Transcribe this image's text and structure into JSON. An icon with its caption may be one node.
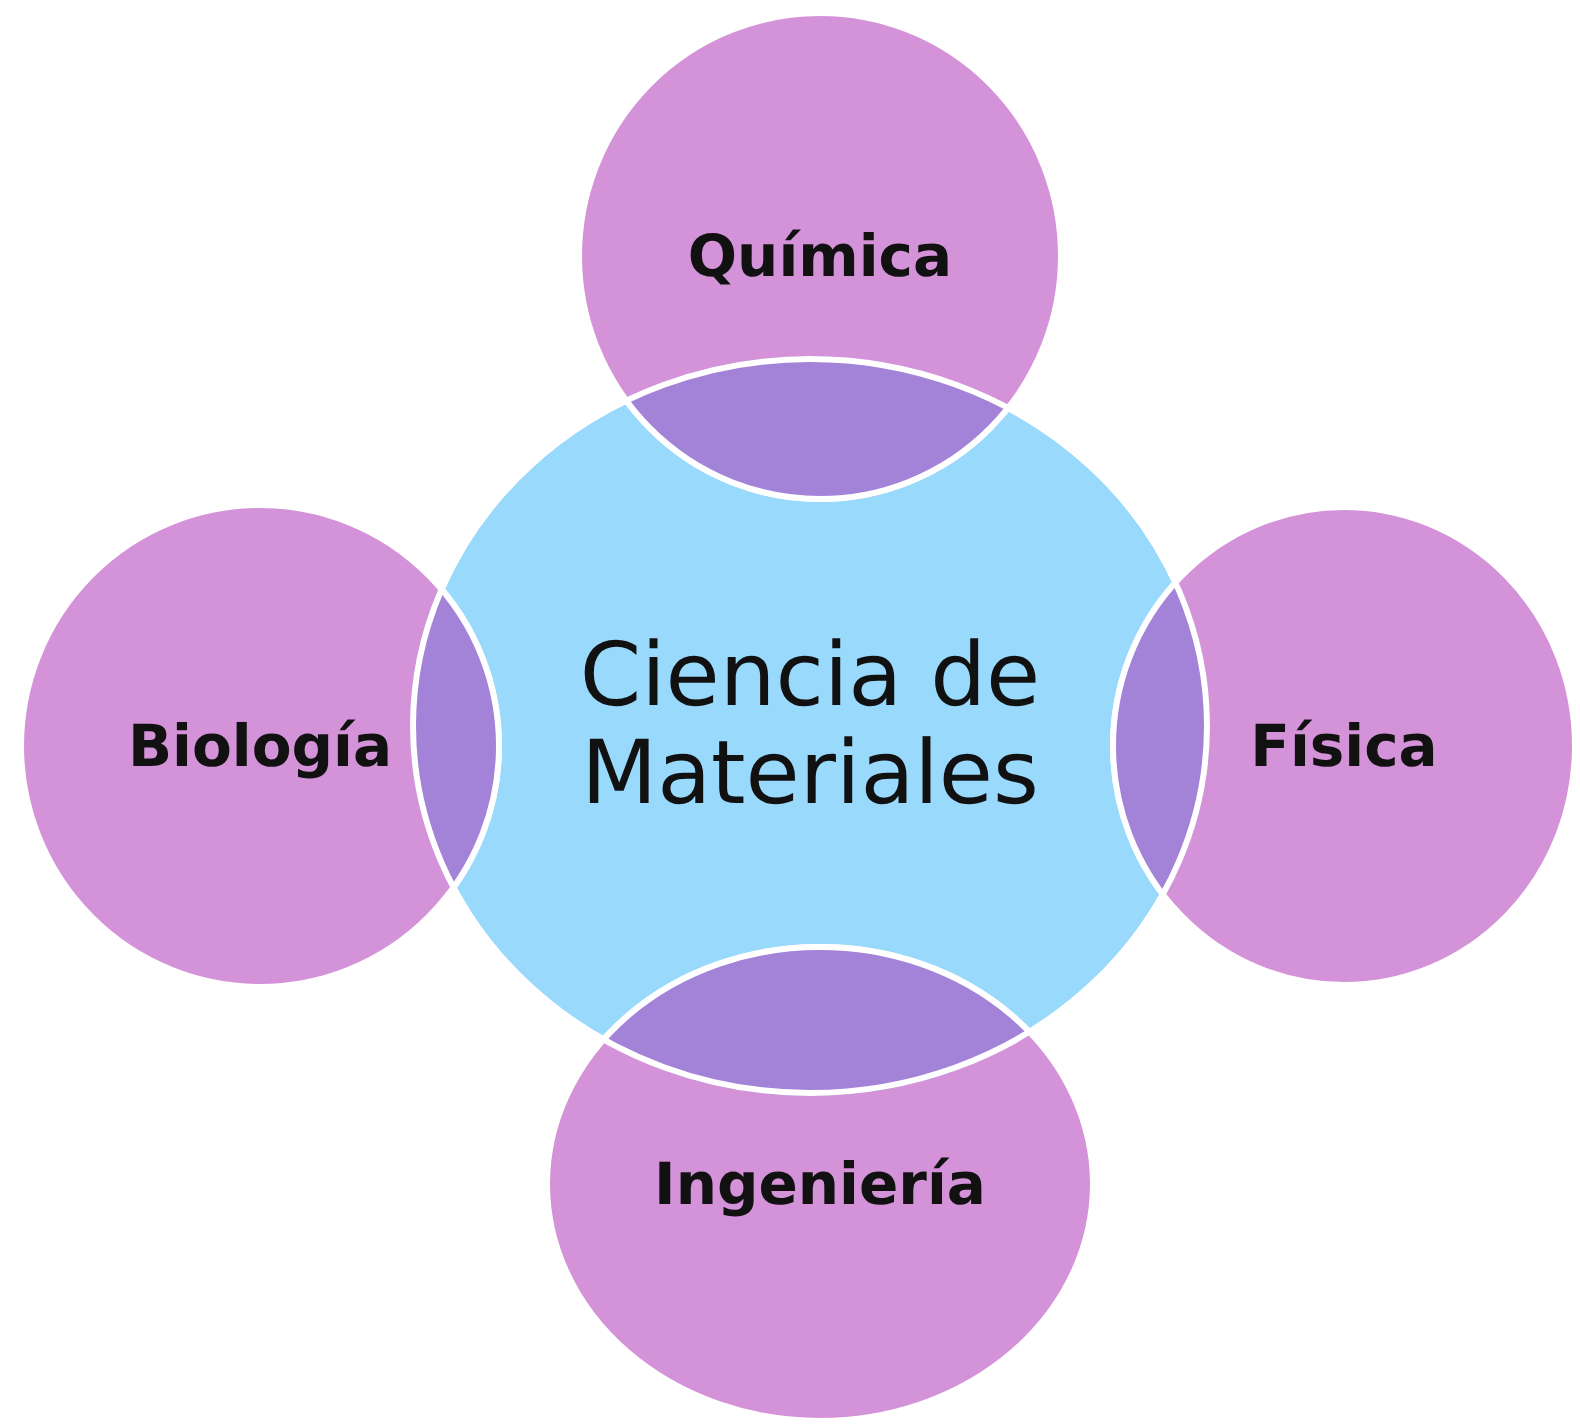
{
  "diagram": {
    "nodes": [
      {
        "text": [
          "Ciencia de Materiales"
        ]
      },
      {
        "text": [
          "Química"
        ]
      },
      {
        "text": [
          "Biología"
        ]
      },
      {
        "text": [
          "Física"
        ]
      },
      {
        "text": [
          "Ingeniería"
        ]
      }
    ]
  }
}
